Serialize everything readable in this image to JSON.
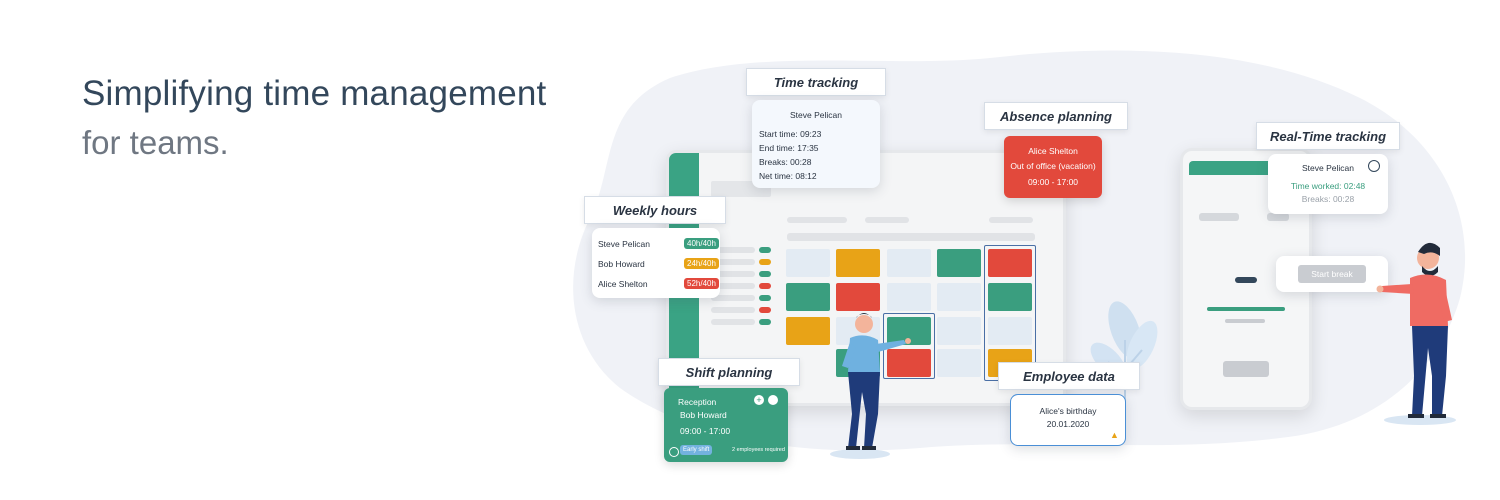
{
  "hero": {
    "title": "Simplifying time management",
    "subtitle": "for teams."
  },
  "time_tracking": {
    "label": "Time tracking",
    "name": "Steve Pelican",
    "start": "Start time: 09:23",
    "end": "End time: 17:35",
    "breaks": "Breaks: 00:28",
    "net": "Net time: 08:12"
  },
  "absence_planning": {
    "label": "Absence planning",
    "name": "Alice Shelton",
    "reason": "Out of office (vacation)",
    "hours": "09:00 - 17:00"
  },
  "weekly_hours": {
    "label": "Weekly hours",
    "rows": [
      {
        "name": "Steve Pelican",
        "hours": "40h/40h",
        "color": "#3a9e7f"
      },
      {
        "name": "Bob Howard",
        "hours": "24h/40h",
        "color": "#e8a317"
      },
      {
        "name": "Alice Shelton",
        "hours": "52h/40h",
        "color": "#e2493c"
      }
    ]
  },
  "realtime_tracking": {
    "label": "Real-Time tracking",
    "name": "Steve Pelican",
    "worked": "Time worked: 02:48",
    "breaks": "Breaks: 00:28",
    "start_break": "Start break"
  },
  "shift_planning": {
    "label": "Shift planning",
    "area": "Reception",
    "name": "Bob Howard",
    "hours": "09:00 - 17:00",
    "shift_badge": "Early shift",
    "required": "2 employees required"
  },
  "employee_data": {
    "label": "Employee data",
    "event": "Alice's birthday",
    "date": "20.01.2020"
  },
  "colors": {
    "green": "#3a9e7f",
    "orange": "#e8a317",
    "red": "#e2493c",
    "light": "#e3ebf3"
  }
}
